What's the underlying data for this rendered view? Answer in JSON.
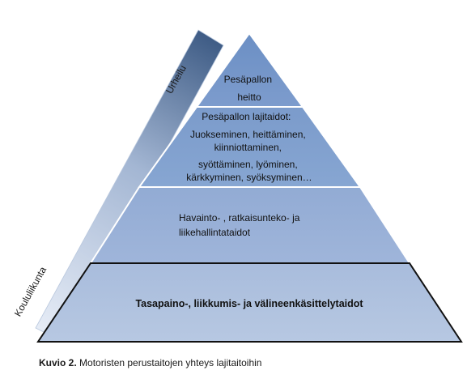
{
  "diagram": {
    "levels": [
      {
        "lines": [
          "Pesäpallon",
          "heitto"
        ]
      },
      {
        "lines": [
          "Pesäpallon lajitaidot:",
          "Juokseminen, heittäminen,",
          "kiinniottaminen,",
          "syöttäminen, lyöminen,",
          "kärkkyminen, syöksyminen…"
        ]
      },
      {
        "lines": [
          "Havainto- , ratkaisunteko- ja",
          "liikehallintataidot"
        ]
      },
      {
        "lines": [
          "Tasapaino-, liikkumis- ja välineenkäsittelytaidot"
        ]
      }
    ],
    "axis": {
      "top_label": "Urheilu",
      "bottom_label": "Koululiikunta"
    }
  },
  "caption": {
    "label": "Kuvio 2.",
    "text": "Motoristen perustaitojen yhteys lajitaitoihin"
  }
}
